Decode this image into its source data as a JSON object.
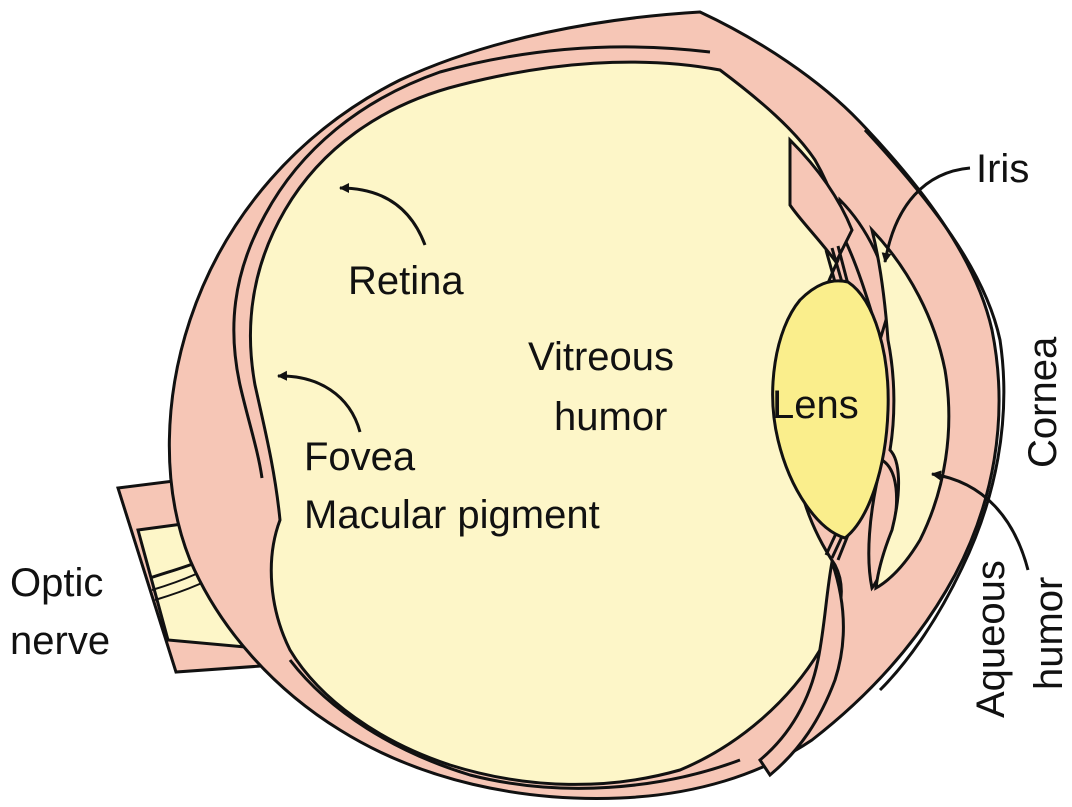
{
  "colors": {
    "tissue": "#f6c6b6",
    "vitreous": "#fdf6c8",
    "lens": "#faee8c",
    "outline": "#111111",
    "background": "#ffffff"
  },
  "labels": {
    "retina": "Retina",
    "vitreous_line1": "Vitreous",
    "vitreous_line2": "humor",
    "lens": "Lens",
    "iris": "Iris",
    "cornea": "Cornea",
    "fovea": "Fovea",
    "macular_pigment": "Macular pigment",
    "optic_line1": "Optic",
    "optic_line2": "nerve",
    "aqueous_line1": "Aqueous",
    "aqueous_line2": "humor"
  }
}
